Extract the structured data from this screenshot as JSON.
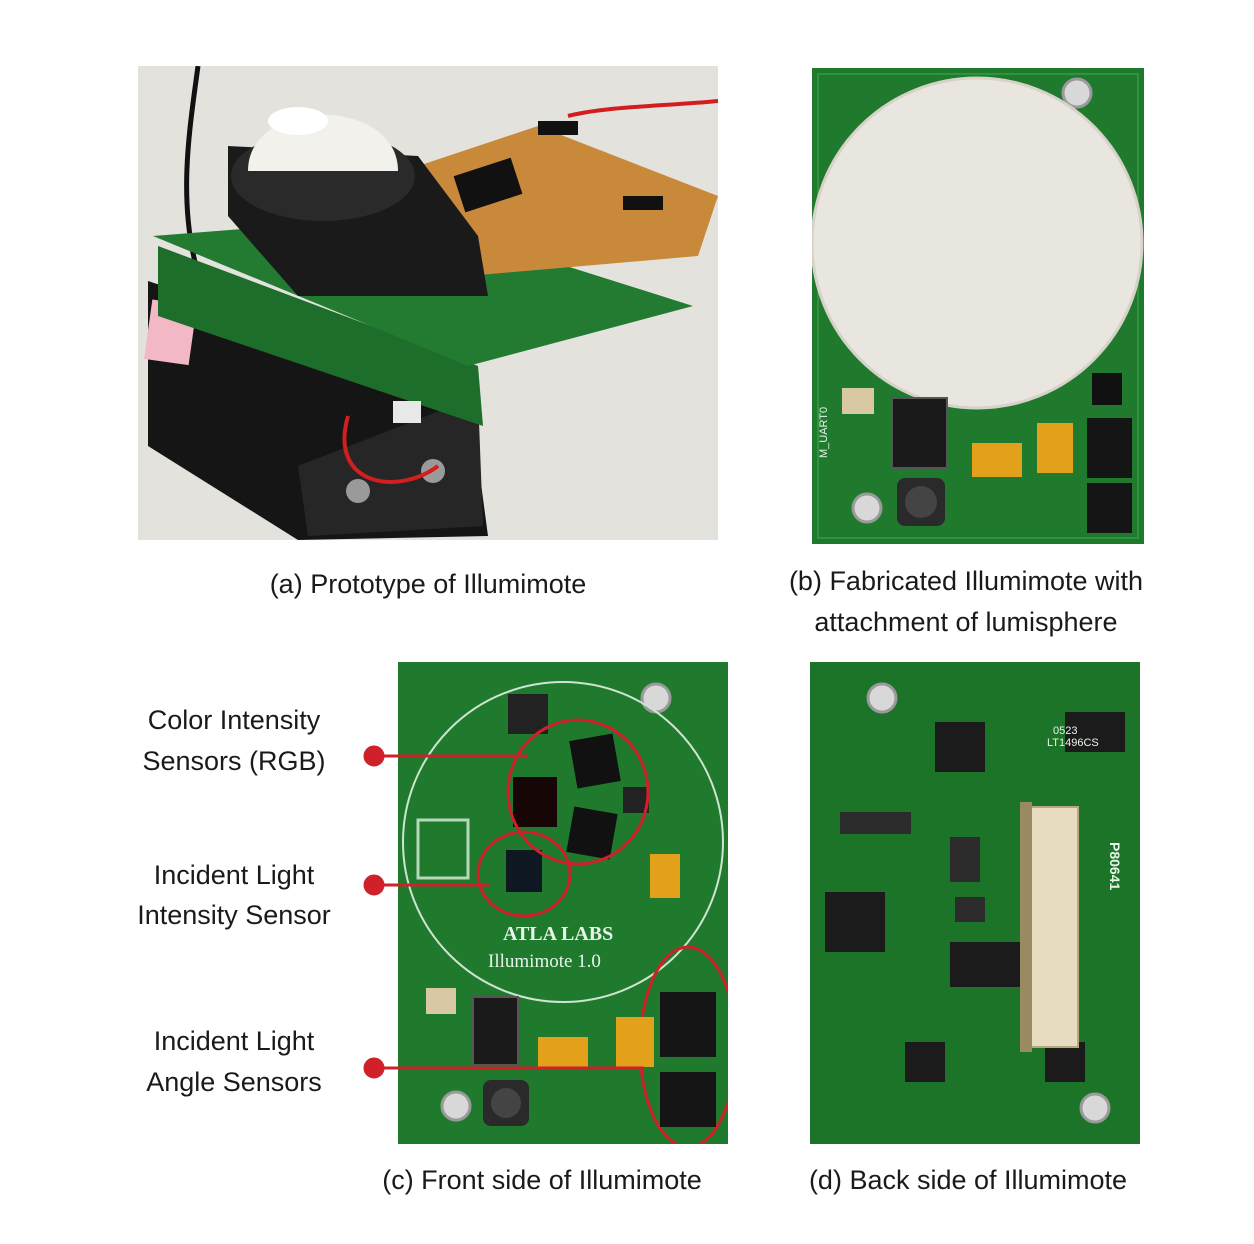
{
  "figure": {
    "panels": [
      {
        "id": "a",
        "caption": "(a) Prototype of Illumimote"
      },
      {
        "id": "b",
        "caption_line1": "(b) Fabricated  Illumimote with",
        "caption_line2": "attachment of lumisphere"
      },
      {
        "id": "c",
        "caption": "(c) Front side of  Illumimote"
      },
      {
        "id": "d",
        "caption": "(d) Back side of  Illumimote"
      }
    ],
    "callouts": [
      {
        "line1": "Color Intensity",
        "line2": "Sensors  (RGB)"
      },
      {
        "line1": "Incident Light",
        "line2": "Intensity  Sensor"
      },
      {
        "line1": "Incident Light",
        "line2": "Angle  Sensors"
      }
    ],
    "board_text": {
      "brand": "ATLA LABS",
      "model": "Illumimote 1.0",
      "chip": "LT1496CS",
      "chip_code": "0523",
      "part": "P80641"
    },
    "colors": {
      "pcb_green": "#1f7a2e",
      "callout_red": "#d0202a",
      "sphere": "#e9e6df"
    }
  }
}
